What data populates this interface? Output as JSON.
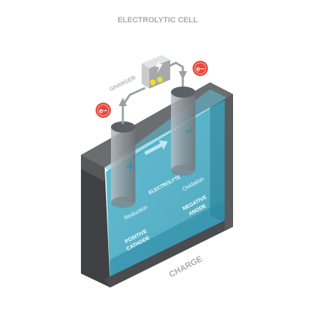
{
  "title": "ELECTROLYTIC CELL",
  "charger_label": "GHARGER",
  "electron_symbol": "e−",
  "electrolyte_label": "ELECTROLYTE",
  "reduction_label": "Reduction",
  "oxidation_label": "Oxidation",
  "positive_label": "POSITIVE",
  "cathode_label": "CATHODE",
  "negative_label": "NEGATIVE",
  "anode_label": "ANODE",
  "charge_label": "CHARGE",
  "plus_sign": "+",
  "minus_sign": "−",
  "colors": {
    "electrolyte": "#3fa7c0",
    "electrolyte_dark": "#2c8aa3",
    "casing": "#5a5c5f",
    "casing_dark": "#3f4144",
    "electrode": "#8f969b",
    "charger_body": "#c9cbcd",
    "charger_led": "#f2e21b",
    "electron": "#e8473c",
    "title": "#aaaaaa"
  }
}
